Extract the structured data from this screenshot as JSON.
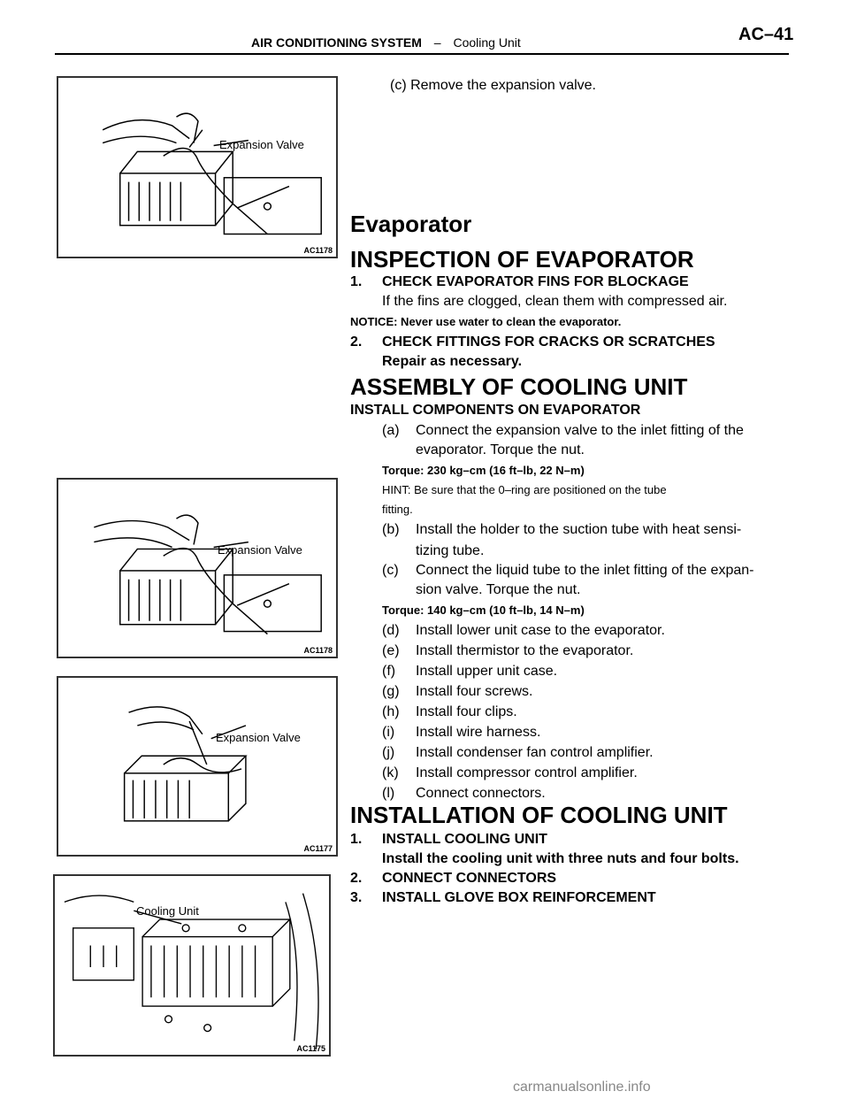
{
  "header": {
    "system": "AIR CONDITIONING SYSTEM",
    "separator": "–",
    "section": "Cooling Unit",
    "page": "AC–41"
  },
  "figures": [
    {
      "label": "Expansion Valve",
      "code": "AC1178"
    },
    {
      "label": "Expansion Valve",
      "code": "AC1178"
    },
    {
      "label": "Expansion Valve",
      "code": "AC1177"
    },
    {
      "label": "Cooling Unit",
      "code": "AC1175"
    }
  ],
  "content": {
    "step_c_remove": "(c)    Remove the expansion valve.",
    "subsection_title": "Evaporator",
    "inspection": {
      "title": "INSPECTION OF EVAPORATOR",
      "item1_num": "1.",
      "item1_title": "CHECK EVAPORATOR FINS FOR BLOCKAGE",
      "item1_text": "If the fins are clogged, clean them with compressed air.",
      "notice": "NOTICE: Never use water to clean the evaporator.",
      "item2_num": "2.",
      "item2_title": "CHECK FITTINGS FOR CRACKS OR SCRATCHES",
      "item2_text": "Repair as necessary."
    },
    "assembly": {
      "title": "ASSEMBLY OF COOLING UNIT",
      "subtitle": "INSTALL COMPONENTS ON EVAPORATOR",
      "a_label": "(a)",
      "a_line1": "Connect the expansion valve to the inlet fitting of the",
      "a_line2": "evaporator. Torque the nut.",
      "torque1": "Torque: 230 kg–cm (16 ft–lb, 22 N–m)",
      "hint_line1": "HINT: Be sure that the 0–ring are positioned on the tube",
      "hint_line2": "fitting.",
      "b_label": "(b)",
      "b_line1": "Install the holder to the suction tube with heat sensi-",
      "b_line2": "tizing tube.",
      "c_label": "(c)",
      "c_line1": "Connect the liquid tube to the inlet fitting of the expan-",
      "c_line2": "sion valve. Torque the nut.",
      "torque2": "Torque: 140 kg–cm (10 ft–lb, 14 N–m)",
      "steps": [
        {
          "label": "(d)",
          "text": "Install lower unit case to the evaporator."
        },
        {
          "label": "(e)",
          "text": "Install thermistor to the evaporator."
        },
        {
          "label": "(f)",
          "text": "Install upper unit case."
        },
        {
          "label": "(g)",
          "text": "Install four screws."
        },
        {
          "label": "(h)",
          "text": "Install four clips."
        },
        {
          "label": "(i)",
          "text": "Install wire harness."
        },
        {
          "label": "(j)",
          "text": "Install condenser fan control amplifier."
        },
        {
          "label": "(k)",
          "text": "Install compressor control amplifier."
        },
        {
          "label": "(l)",
          "text": "Connect connectors."
        }
      ]
    },
    "installation": {
      "title": "INSTALLATION OF COOLING UNIT",
      "item1_num": "1.",
      "item1_title": "INSTALL COOLING UNIT",
      "item1_text": "Install the cooling unit with three nuts and four bolts.",
      "item2_num": "2.",
      "item2_title": "CONNECT CONNECTORS",
      "item3_num": "3.",
      "item3_title": "INSTALL GLOVE BOX REINFORCEMENT"
    }
  },
  "footer": "carmanualsonline.info"
}
